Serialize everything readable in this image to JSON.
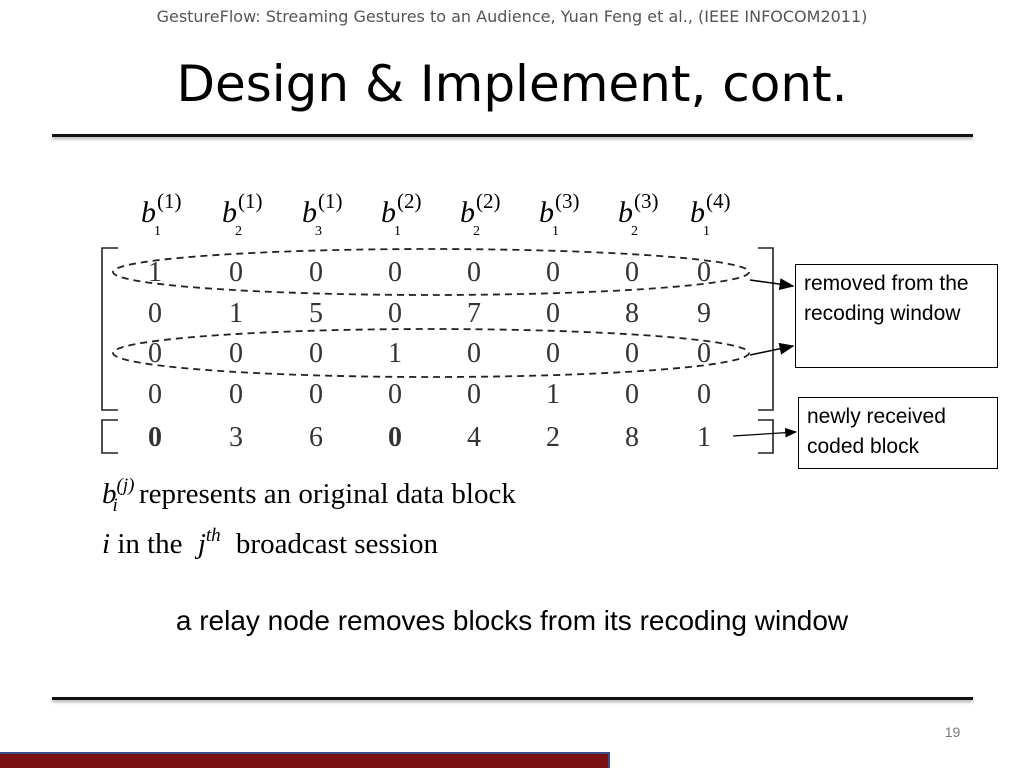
{
  "header": {
    "citation": "GestureFlow: Streaming Gestures to an Audience, Yuan Feng et al., (IEEE INFOCOM2011)"
  },
  "slide": {
    "title": "Design & Implement, cont."
  },
  "matrix": {
    "columns": [
      {
        "base": "b",
        "sup": "(1)",
        "sub": "1"
      },
      {
        "base": "b",
        "sup": "(1)",
        "sub": "2"
      },
      {
        "base": "b",
        "sup": "(1)",
        "sub": "3"
      },
      {
        "base": "b",
        "sup": "(2)",
        "sub": "1"
      },
      {
        "base": "b",
        "sup": "(2)",
        "sub": "2"
      },
      {
        "base": "b",
        "sup": "(3)",
        "sub": "1"
      },
      {
        "base": "b",
        "sup": "(3)",
        "sub": "2"
      },
      {
        "base": "b",
        "sup": "(4)",
        "sub": "1"
      }
    ],
    "rows": [
      [
        "1",
        "0",
        "0",
        "0",
        "0",
        "0",
        "0",
        "0"
      ],
      [
        "0",
        "1",
        "5",
        "0",
        "7",
        "0",
        "8",
        "9"
      ],
      [
        "0",
        "0",
        "0",
        "1",
        "0",
        "0",
        "0",
        "0"
      ],
      [
        "0",
        "0",
        "0",
        "0",
        "0",
        "1",
        "0",
        "0"
      ],
      [
        "0",
        "3",
        "6",
        "0",
        "4",
        "2",
        "8",
        "1"
      ]
    ]
  },
  "callouts": {
    "removed": "removed from the recoding window",
    "new_block": "newly received coded block"
  },
  "legend": {
    "line1_var": "b",
    "line1_sup": "(j)",
    "line1_sub": "i",
    "line1_text": "represents an original data block",
    "line2_var_i": "i",
    "line2_in_the": "in the",
    "line2_var_j": "j",
    "line2_sup": "th",
    "line2_text": "broadcast session"
  },
  "caption": "a relay node removes blocks from its recoding window",
  "page_number": "19",
  "colors": {
    "footer_bar": "#7a0f12",
    "footer_border": "#3b4a8a",
    "header_text": "#555555"
  }
}
